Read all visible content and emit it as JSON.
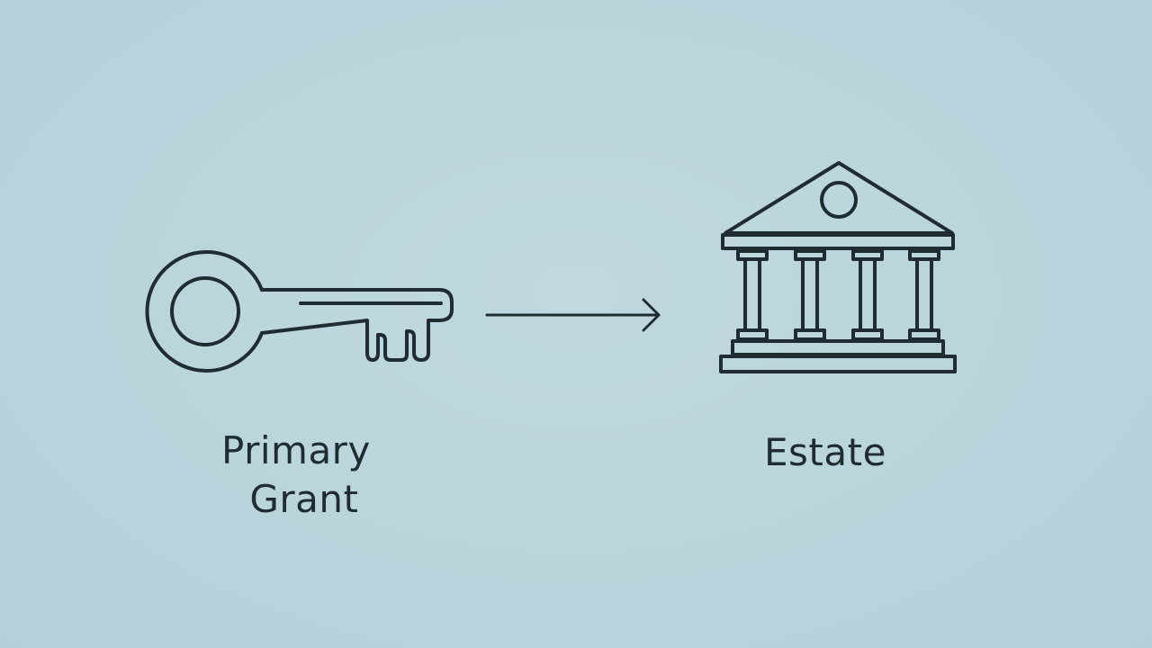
{
  "nodes": [
    {
      "id": "source",
      "icon": "key-icon",
      "label_lines": [
        "Primary",
        "Grant"
      ]
    },
    {
      "id": "target",
      "icon": "bank-building-icon",
      "label": "Estate"
    }
  ],
  "connector": {
    "icon": "arrow-right-icon",
    "from": "source",
    "to": "target"
  },
  "colors": {
    "background": "#bcd6de",
    "stroke": "#1f2d33",
    "text": "#1f2d33"
  }
}
